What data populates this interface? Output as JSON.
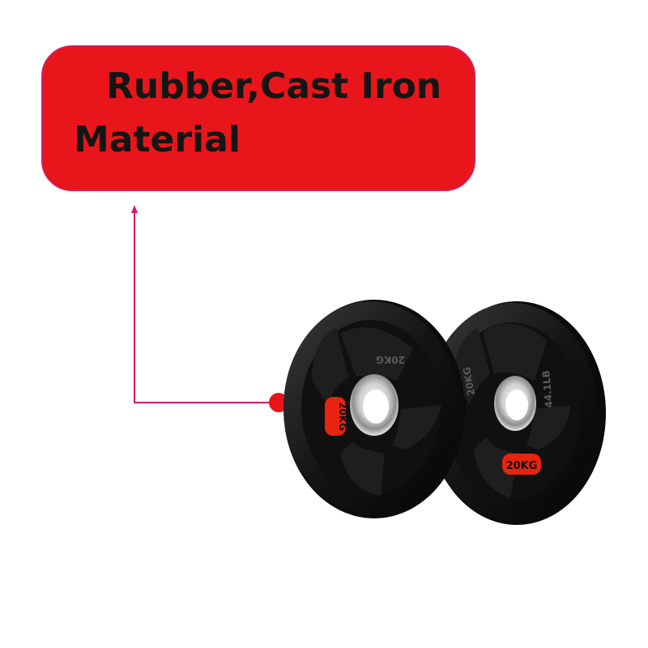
{
  "callout": {
    "text": "Rubber,Cast Iron\nMaterial"
  },
  "plates": {
    "left": {
      "label_badge": "20KG",
      "label_embossed": "20KG"
    },
    "right": {
      "label_badge": "20KG",
      "label_embossed_kg": "20KG",
      "label_embossed_lb": "44.1LB"
    }
  },
  "colors": {
    "callout_fill": "#e8161a",
    "callout_border": "#d81b60",
    "leader_line": "#d81b60",
    "badge": "#e8230f",
    "plate": "#151515"
  }
}
